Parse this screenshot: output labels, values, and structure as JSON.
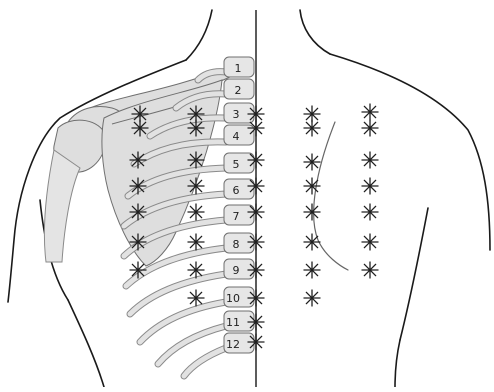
{
  "vertebra_labels": [
    "1",
    "2",
    "3",
    "4",
    "5",
    "6",
    "7",
    "8",
    "9",
    "10",
    "11",
    "12"
  ],
  "colors": {
    "outline": "#1a1a1a",
    "bone_fill": "#dedede",
    "bone_stroke": "#6f6f6f",
    "marker": "#202020"
  },
  "icons": {
    "marker": "asterisk-marker-icon"
  }
}
